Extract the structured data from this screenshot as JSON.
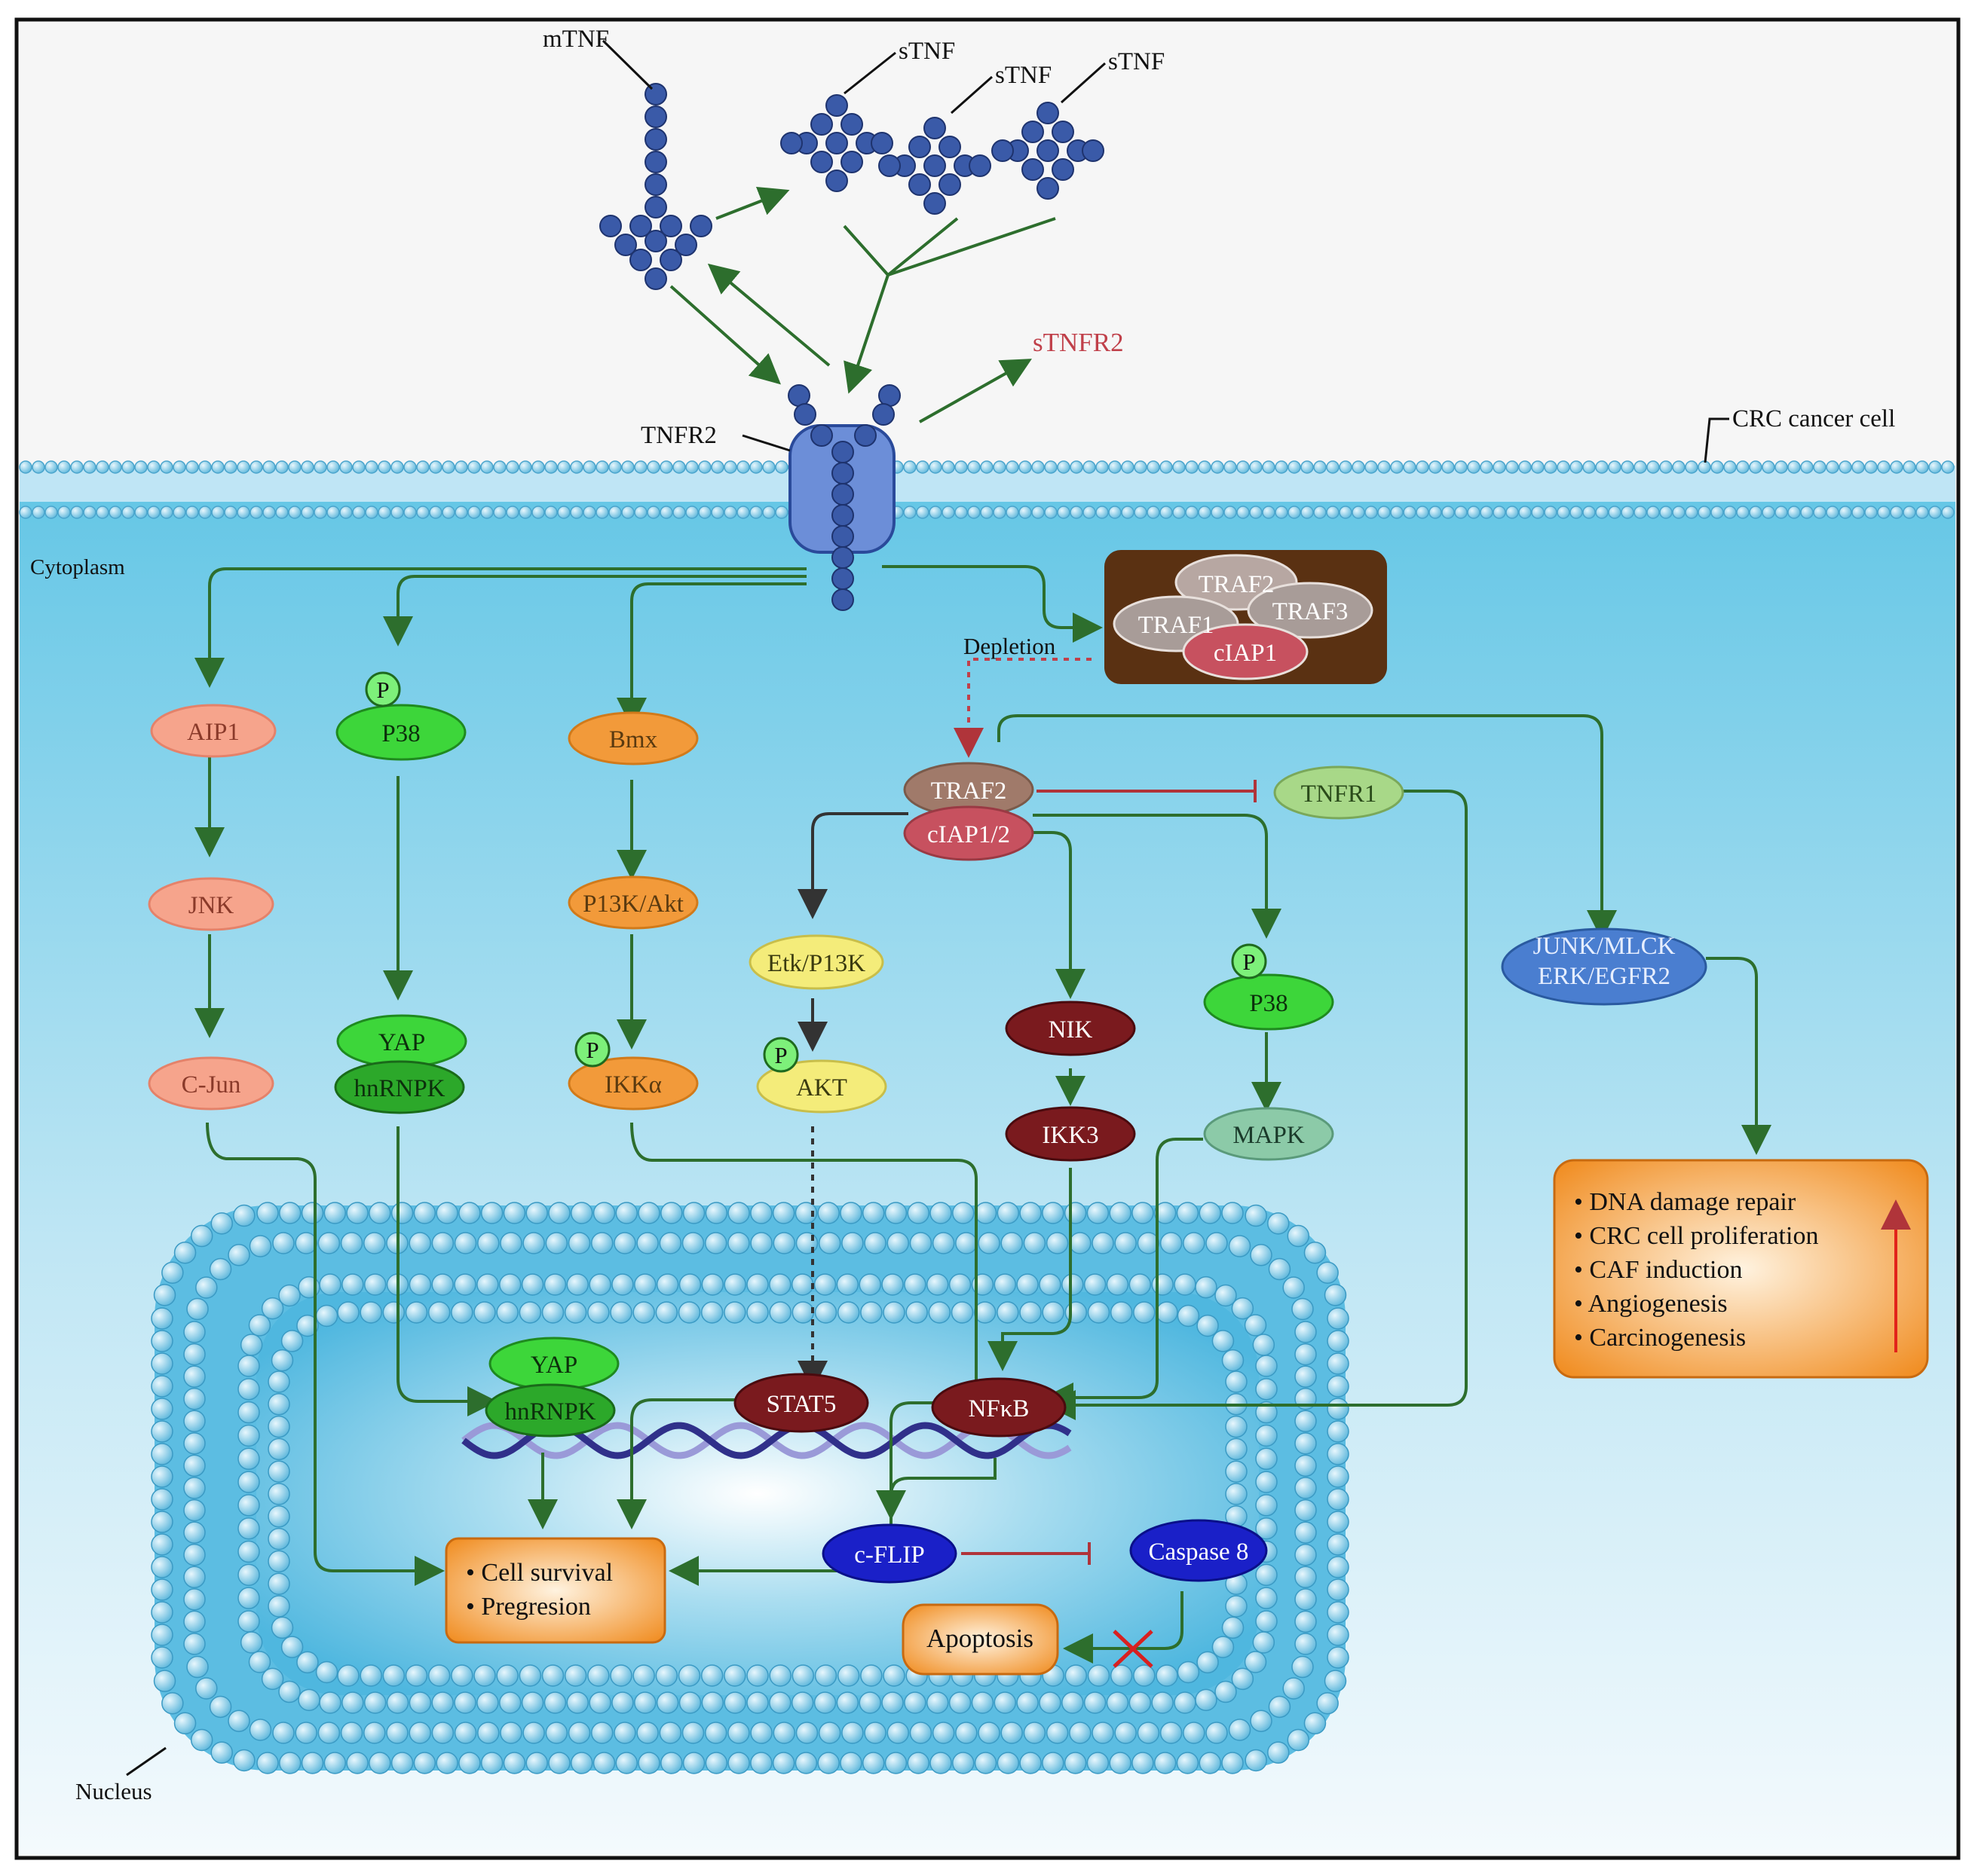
{
  "labels": {
    "mtnf": "mTNF",
    "stnf1": "sTNF",
    "stnf2": "sTNF",
    "stnf3": "sTNF",
    "stnfr2": "sTNFR2",
    "tnfr2": "TNFR2",
    "crc_cell": "CRC cancer cell",
    "cytoplasm": "Cytoplasm",
    "nucleus": "Nucleus",
    "depletion": "Depletion"
  },
  "nodes": {
    "aip1": "AIP1",
    "jnk": "JNK",
    "cjun": "C-Jun",
    "p": "P",
    "p38_left": "P38",
    "yap_cyto": "YAP",
    "hnrnpk_cyto": "hnRNPK",
    "bmx": "Bmx",
    "pi3k_akt": "P13K/Akt",
    "ikka": "IKKα",
    "traf2_cluster": "TRAF2",
    "traf1": "TRAF1",
    "traf3": "TRAF3",
    "ciap1": "cIAP1",
    "traf2": "TRAF2",
    "ciap12": "cIAP1/2",
    "tnfr1": "TNFR1",
    "etk_pi3k": "Etk/P13K",
    "akt": "AKT",
    "nik": "NIK",
    "ikk3": "IKK3",
    "p38_right": "P38",
    "mapk": "MAPK",
    "junk_mlck": "JUNK/MLCK",
    "erk_egfr2": "ERK/EGFR2",
    "yap_nuc": "YAP",
    "hnrnpk_nuc": "hnRNPK",
    "stat5": "STAT5",
    "nfkb": "NFκB",
    "cflip": "c-FLIP",
    "caspase8": "Caspase 8",
    "apoptosis": "Apoptosis"
  },
  "boxes": {
    "survival": [
      "Cell survival",
      "Pregresion"
    ],
    "outcomes": [
      "DNA damage repair",
      "CRC cell proliferation",
      "CAF induction",
      "Angiogenesis",
      "Carcinogenesis"
    ]
  },
  "colors": {
    "arrow": "#2d6e2d",
    "inhibit": "#b0343a",
    "membrane": "#9fd6ee",
    "molecule": "#3a5aa8",
    "bullet_box": "#f28c1e"
  }
}
